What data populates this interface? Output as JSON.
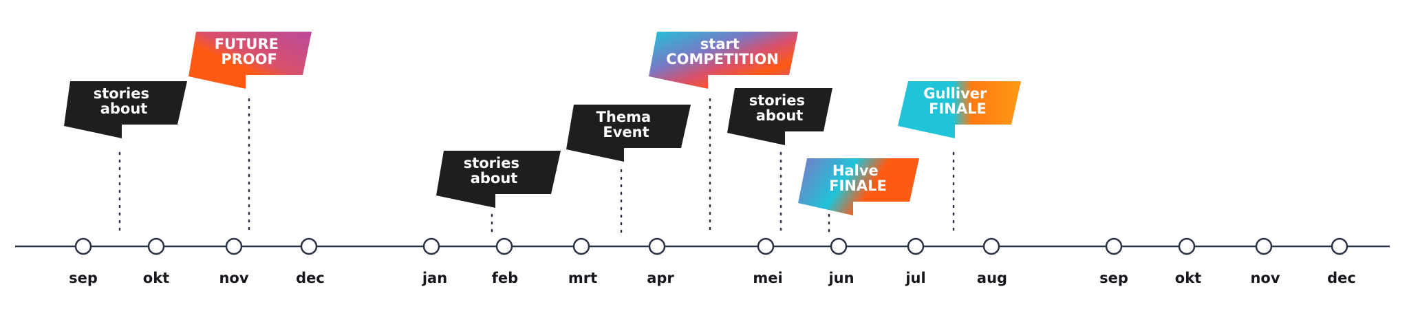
{
  "months": [
    "sep",
    "okt",
    "nov",
    "dec",
    "jan",
    "feb",
    "mrt",
    "apr",
    "mei",
    "jun",
    "jul",
    "aug",
    "sep",
    "okt",
    "nov",
    "dec"
  ],
  "colors": {
    "axis": "#2b3145",
    "circle_fill": "#ffffff",
    "dark_flag": "#1e1e1e",
    "text_dark": "#16161c",
    "orange": "#ff5a14",
    "magenta": "#b94a9c",
    "pink": "#d9506a",
    "cyan": "#1fc4d8",
    "purple": "#7a78c4",
    "orange_bright": "#ff9a14"
  },
  "events": [
    {
      "id": "stories-about-1",
      "month": "sep",
      "style": "dark",
      "lines": [
        "stories",
        "about"
      ]
    },
    {
      "id": "future-proof",
      "month": "nov",
      "style": "gradient-future",
      "lines": [
        "FUTURE",
        "PROOF"
      ]
    },
    {
      "id": "stories-about-2",
      "month": "feb",
      "style": "dark",
      "lines": [
        "stories",
        "about"
      ]
    },
    {
      "id": "thema-event",
      "month": "mrt",
      "style": "dark",
      "lines": [
        "Thema",
        "Event"
      ]
    },
    {
      "id": "start-competition",
      "month": "apr",
      "style": "gradient-competition",
      "lines": [
        "start",
        "COMPETITION"
      ]
    },
    {
      "id": "stories-about-3",
      "month": "mei",
      "style": "dark",
      "lines": [
        "stories",
        "about"
      ]
    },
    {
      "id": "halve-finale",
      "month": "jun",
      "style": "gradient-halve",
      "lines": [
        "Halve",
        "FINALE"
      ]
    },
    {
      "id": "gulliver-finale",
      "month": "jul",
      "style": "gradient-gulliver",
      "lines": [
        "Gulliver",
        "FINALE"
      ]
    }
  ]
}
